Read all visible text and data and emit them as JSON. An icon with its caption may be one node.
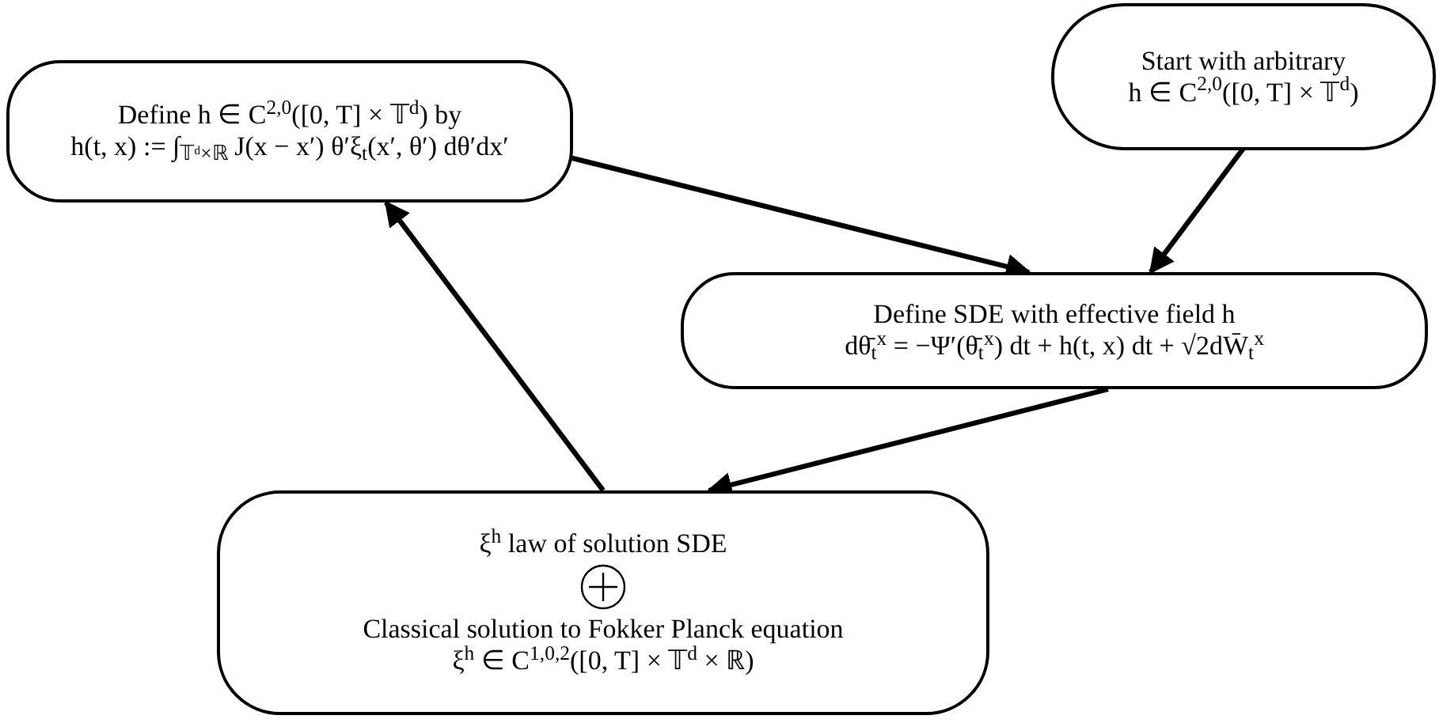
{
  "diagram": {
    "nodes": [
      {
        "text": [
          "Define h ∈ C$^{2,0}$([0, T] × 𝕋$^{d}$) by",
          "h(t, x) := ∫$_{𝕋ᵈ×ℝ}$ J(x − x′) θ′ξ$_{t}$(x′, θ′) dθ′dx′"
        ]
      },
      {
        "text": [
          "Start with arbitrary",
          "h ∈ C$^{2,0}$([0, T] × 𝕋$^{d}$)"
        ]
      },
      {
        "text": [
          "Define SDE with effective field h",
          "dθ̄$_{t}$$^{x}$ = −Ψ′(θ̄$_{t}$$^{x}$) dt + h(t, x) dt + √2dW̄$_{t}$$^{x}$"
        ]
      },
      {
        "text": [
          "ξ$^{h}$ law of solution SDE",
          "Classical solution to Fokker Planck equation",
          "ξ$^{h}$ ∈ C$^{1,0,2}$([0, T] × 𝕋$^{d}$ × ℝ)"
        ]
      },
      {
        "text": [],
        "shape": "circle",
        "in": 3
      }
    ],
    "edges": [
      {
        "from": 0,
        "to": 2,
        "arrow": "to"
      },
      {
        "from": 1,
        "to": 2,
        "arrow": "to"
      },
      {
        "from": 2,
        "to": 3,
        "arrow": "to"
      },
      {
        "from": 3,
        "to": 0,
        "arrow": "to"
      }
    ]
  }
}
